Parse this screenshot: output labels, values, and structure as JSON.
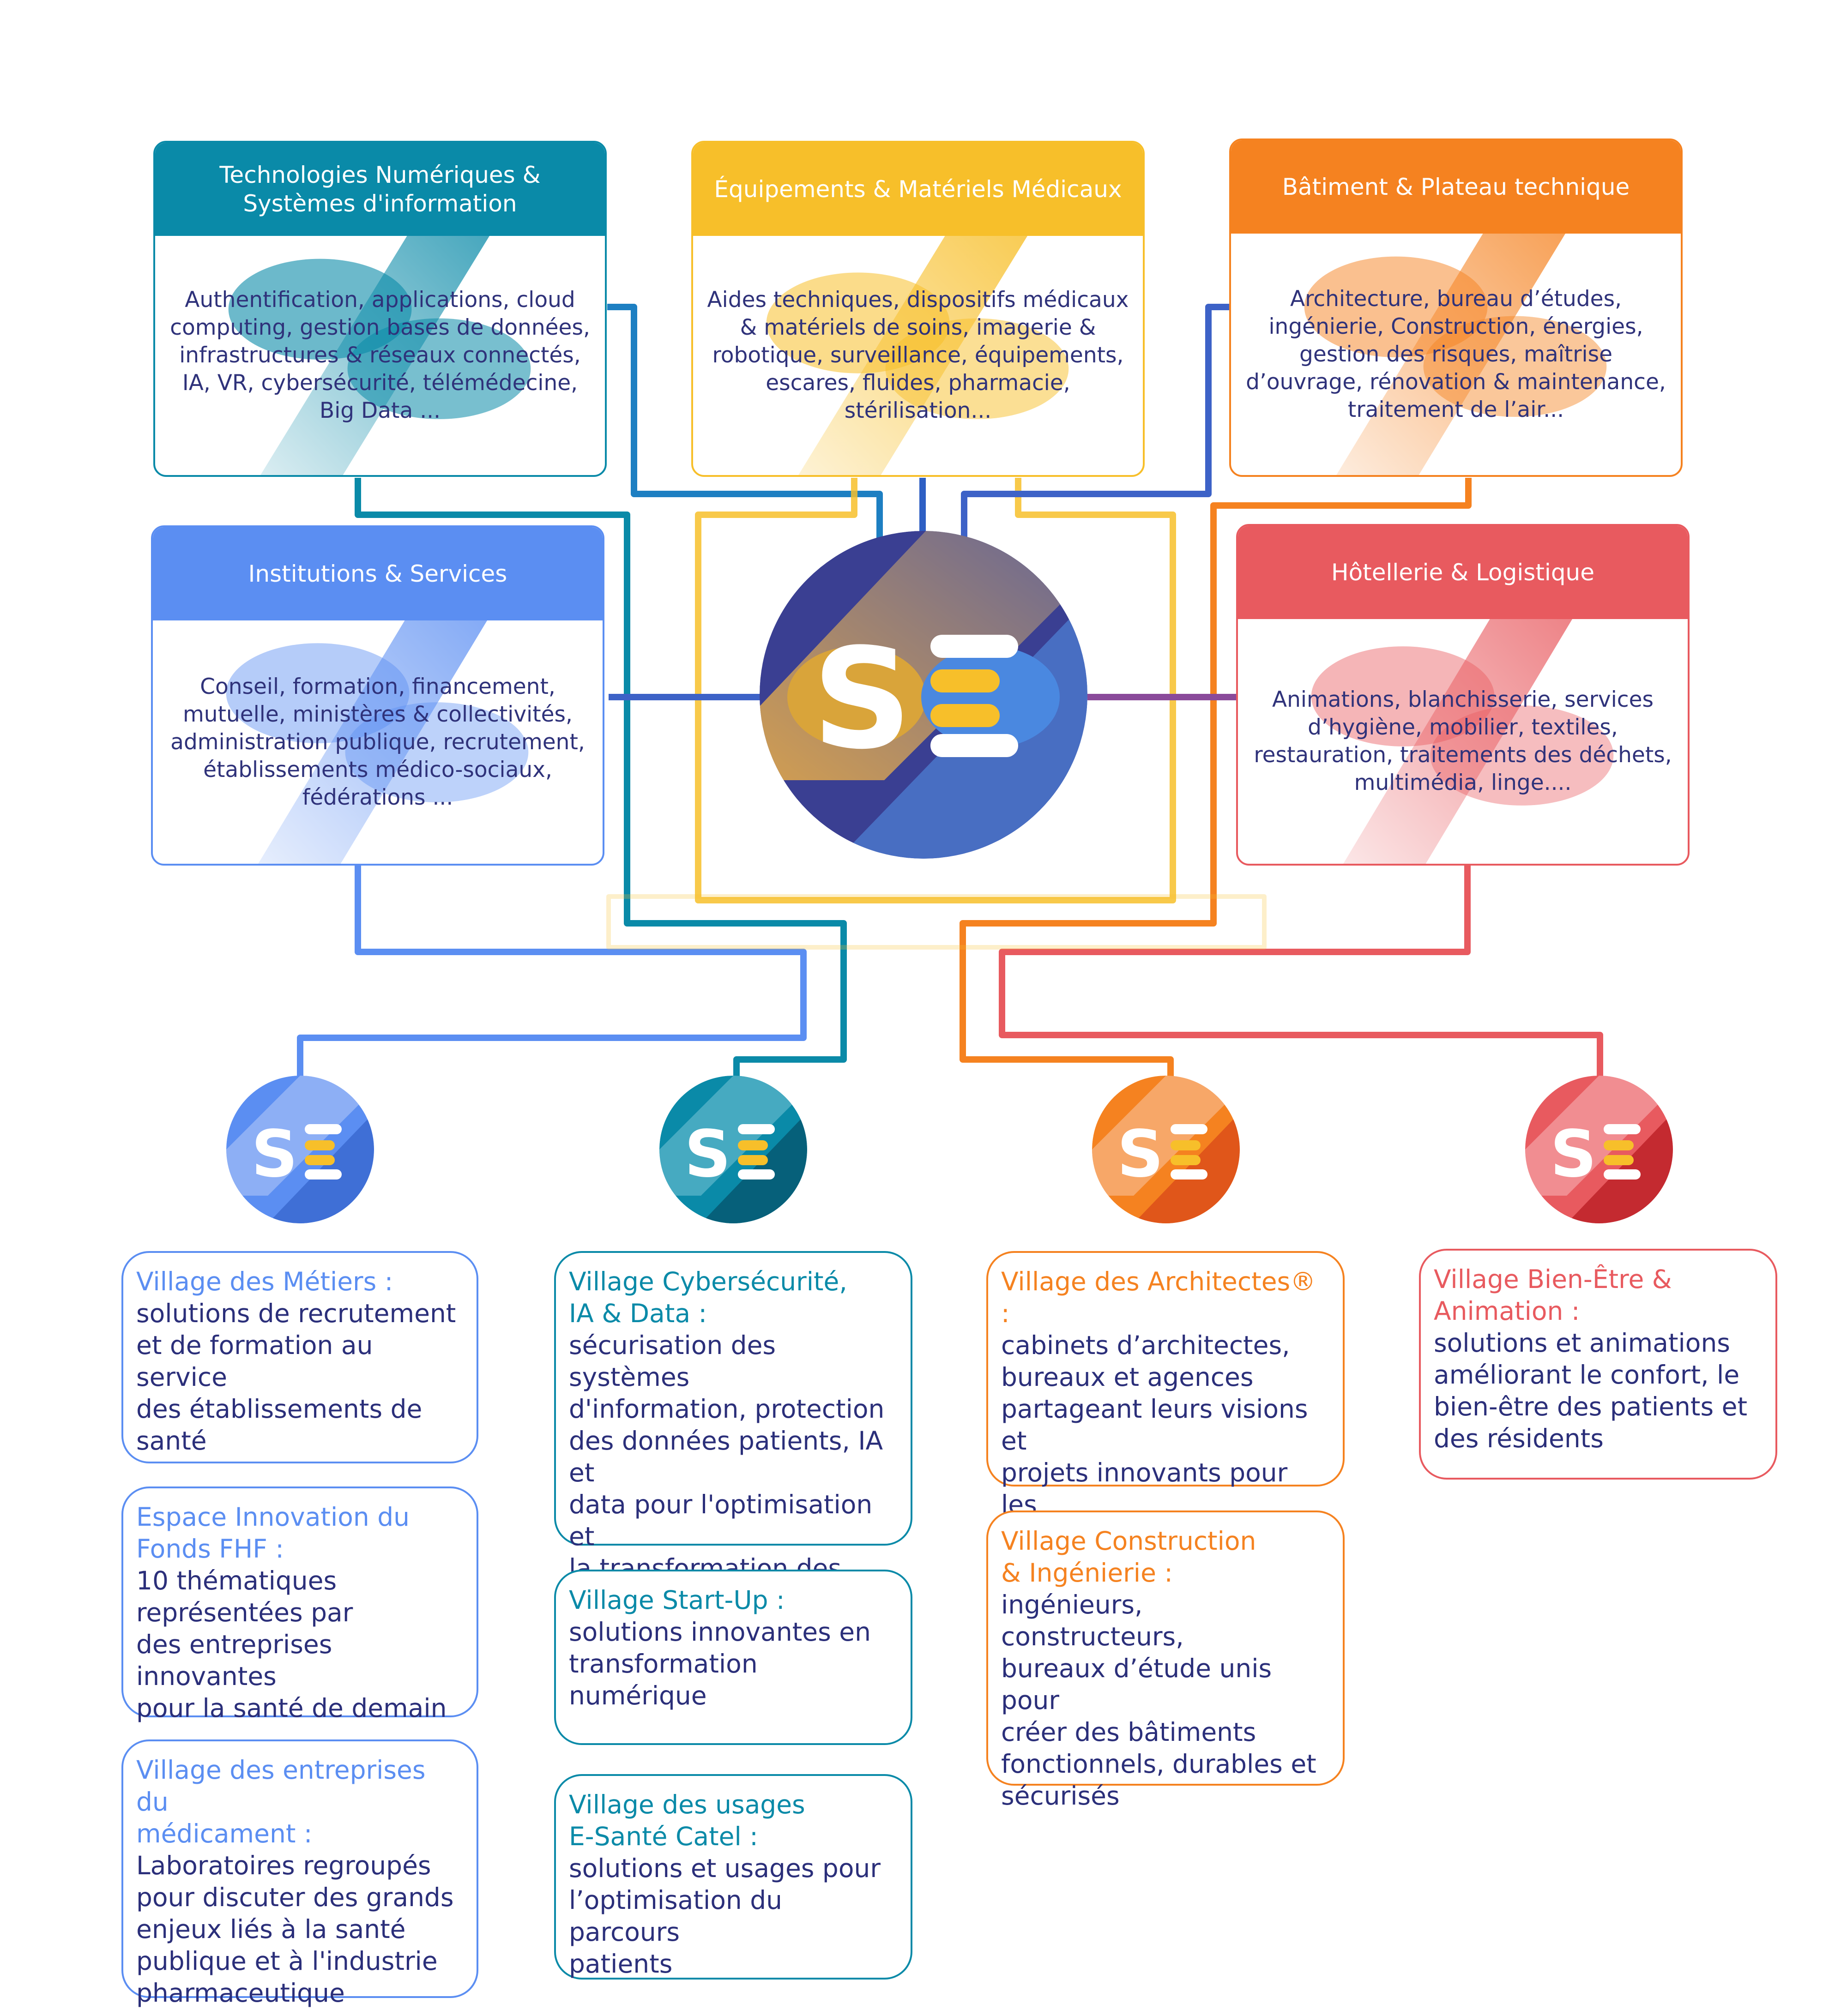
{
  "logo_text": "SE",
  "categories": [
    {
      "id": "tech",
      "title": "Technologies Numériques &\nSystèmes d'information",
      "body": "Authentification, applications, cloud computing, gestion bases de données, infrastructures & réseaux connectés, IA, VR, cybersécurité, télémédecine, Big Data ...",
      "color": "#0a8aa8"
    },
    {
      "id": "equip",
      "title": "Équipements & Matériels Médicaux",
      "body": "Aides techniques, dispositifs médicaux & matériels de soins, imagerie & robotique, surveillance, équipements, escares, fluides, pharmacie, stérilisation...",
      "color": "#f7bf2a"
    },
    {
      "id": "bat",
      "title": "Bâtiment & Plateau technique",
      "body": "Architecture, bureau d’études, ingénierie, Construction, énergies, gestion des risques, maîtrise d’ouvrage, rénovation & maintenance, traitement de l’air...",
      "color": "#f58220"
    },
    {
      "id": "inst",
      "title": "Institutions & Services",
      "body": "Conseil, formation, financement, mutuelle, ministères & collectivités, administration publique, recrutement, établissements médico-sociaux, fédérations ...",
      "color": "#5b8ef2"
    },
    {
      "id": "hotel",
      "title": "Hôtellerie & Logistique",
      "body": "Animations, blanchisserie, services d’hygiène, mobilier, textiles, restauration, traitements des déchets, multimédia, linge....",
      "color": "#e85a5f"
    }
  ],
  "villages": [
    {
      "title": "Village des Métiers :",
      "desc": "solutions de recrutement\net de formation au service\ndes établissements de\nsanté",
      "color": "#5b8ef2"
    },
    {
      "title": "Espace Innovation du\nFonds FHF :",
      "desc": "10 thématiques\nreprésentées par\ndes entreprises innovantes\npour la santé de demain",
      "color": "#5b8ef2"
    },
    {
      "title": "Village des entreprises du\nmédicament :",
      "desc": "Laboratoires regroupés\npour discuter des grands\nenjeux liés à la santé\npublique et à l'industrie\npharmaceutique",
      "color": "#5b8ef2"
    },
    {
      "title": "Village Cybersécurité,\nIA & Data :",
      "desc": "sécurisation des systèmes\nd'information, protection\ndes données patients, IA et\ndata pour l'optimisation et\nla transformation des\nétablissements",
      "color": "#0a8aa8"
    },
    {
      "title": "Village Start-Up :",
      "desc": "solutions innovantes en\ntransformation\nnumérique",
      "color": "#0a8aa8"
    },
    {
      "title": "Village des usages\n E-Santé Catel :",
      "desc": "solutions et usages pour\nl’optimisation du parcours\npatients",
      "color": "#0a8aa8"
    },
    {
      "title": "Village des Architectes® :",
      "desc": "cabinets d’architectes,\nbureaux et agences\npartageant leurs visions et\nprojets innovants pour les\ninfrastructures du futur",
      "color": "#f58220"
    },
    {
      "title": "Village Construction\n& Ingénierie :",
      "desc": "ingénieurs, constructeurs,\nbureaux d’étude unis pour\ncréer des bâtiments\nfonctionnels, durables et\nsécurisés",
      "color": "#f58220"
    },
    {
      "title": "Village Bien-Être &\nAnimation :",
      "desc": "solutions et animations\naméliorant le confort, le\nbien-être des patients et\ndes résidents",
      "color": "#e85a5f"
    }
  ],
  "hub_colors": [
    "#5b8ef2",
    "#0a8aa8",
    "#f58220",
    "#e85a5f"
  ],
  "center_colors": {
    "navy": "#3a3f92",
    "yellow": "#f7bf2a",
    "blue": "#4a88e0"
  }
}
